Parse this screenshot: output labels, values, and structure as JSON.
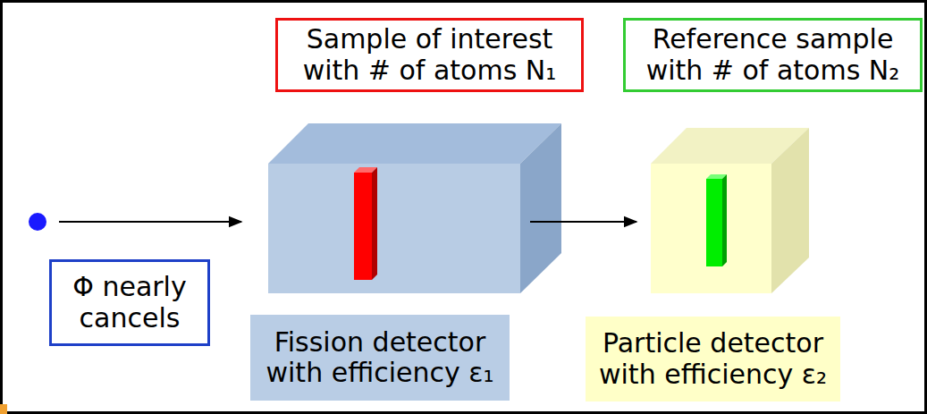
{
  "diagram": {
    "nodes": [
      {
        "text": [
          "Sample of interest with # of atoms N₁"
        ]
      },
      {
        "text": [
          "Reference sample with # of atoms N₂"
        ]
      },
      {
        "text": [
          "Φ nearly cancels"
        ]
      },
      {
        "text": [
          "Fission detector with efficiency ε₁"
        ]
      },
      {
        "text": [
          "Particle detector with efficiency ε₂"
        ]
      }
    ]
  }
}
